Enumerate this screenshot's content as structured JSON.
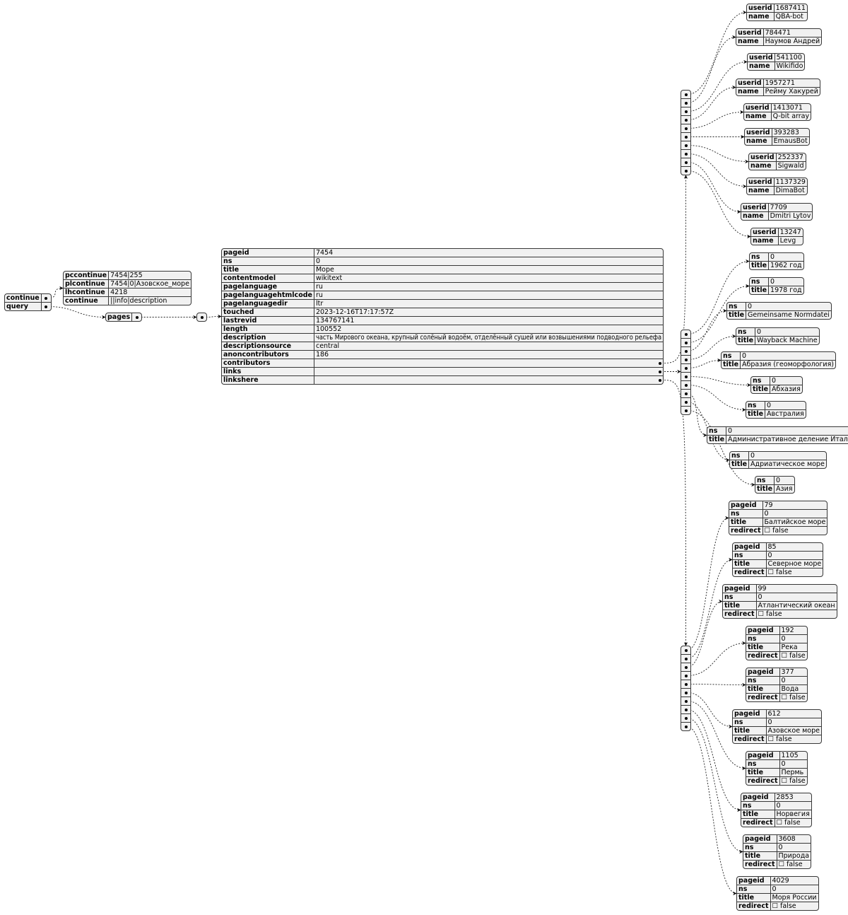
{
  "root_keys": [
    "continue",
    "query"
  ],
  "continue": [
    {
      "key": "pccontinue",
      "value": "7454|255"
    },
    {
      "key": "plcontinue",
      "value": "7454|0|Азовское_море"
    },
    {
      "key": "lhcontinue",
      "value": "4218"
    },
    {
      "key": "continue",
      "value": "||info|description"
    }
  ],
  "query_keys": [
    "pages"
  ],
  "page": [
    {
      "key": "pageid",
      "value": "7454"
    },
    {
      "key": "ns",
      "value": "0"
    },
    {
      "key": "title",
      "value": "Море"
    },
    {
      "key": "contentmodel",
      "value": "wikitext"
    },
    {
      "key": "pagelanguage",
      "value": "ru"
    },
    {
      "key": "pagelanguagehtmlcode",
      "value": "ru"
    },
    {
      "key": "pagelanguagedir",
      "value": "ltr"
    },
    {
      "key": "touched",
      "value": "2023-12-16T17:17:57Z"
    },
    {
      "key": "lastrevid",
      "value": "134767141"
    },
    {
      "key": "length",
      "value": "100552"
    },
    {
      "key": "description",
      "value": "часть Мирового океана, крупный солёный водоём, отделённый сушей или возвышениями подводного рельефа"
    },
    {
      "key": "descriptionsource",
      "value": "central"
    },
    {
      "key": "anoncontributors",
      "value": "186"
    },
    {
      "key": "contributors",
      "value": null
    },
    {
      "key": "links",
      "value": null
    },
    {
      "key": "linkshere",
      "value": null
    }
  ],
  "contributors": [
    [
      {
        "key": "userid",
        "value": "1687411"
      },
      {
        "key": "name",
        "value": "QBA-bot"
      }
    ],
    [
      {
        "key": "userid",
        "value": "784471"
      },
      {
        "key": "name",
        "value": "Наумов Андрей"
      }
    ],
    [
      {
        "key": "userid",
        "value": "541100"
      },
      {
        "key": "name",
        "value": "Wikifido"
      }
    ],
    [
      {
        "key": "userid",
        "value": "1957271"
      },
      {
        "key": "name",
        "value": "Рейму Хакурей"
      }
    ],
    [
      {
        "key": "userid",
        "value": "1413071"
      },
      {
        "key": "name",
        "value": "Q-bit array"
      }
    ],
    [
      {
        "key": "userid",
        "value": "393283"
      },
      {
        "key": "name",
        "value": "EmausBot"
      }
    ],
    [
      {
        "key": "userid",
        "value": "252337"
      },
      {
        "key": "name",
        "value": "Sigwald"
      }
    ],
    [
      {
        "key": "userid",
        "value": "1137329"
      },
      {
        "key": "name",
        "value": "DimaBot"
      }
    ],
    [
      {
        "key": "userid",
        "value": "7709"
      },
      {
        "key": "name",
        "value": "Dmitri Lytov"
      }
    ],
    [
      {
        "key": "userid",
        "value": "13247"
      },
      {
        "key": "name",
        "value": "Levg"
      }
    ]
  ],
  "links": [
    [
      {
        "key": "ns",
        "value": "0"
      },
      {
        "key": "title",
        "value": "1962 год"
      }
    ],
    [
      {
        "key": "ns",
        "value": "0"
      },
      {
        "key": "title",
        "value": "1978 год"
      }
    ],
    [
      {
        "key": "ns",
        "value": "0"
      },
      {
        "key": "title",
        "value": "Gemeinsame Normdatei"
      }
    ],
    [
      {
        "key": "ns",
        "value": "0"
      },
      {
        "key": "title",
        "value": "Wayback Machine"
      }
    ],
    [
      {
        "key": "ns",
        "value": "0"
      },
      {
        "key": "title",
        "value": "Абразия (геоморфология)"
      }
    ],
    [
      {
        "key": "ns",
        "value": "0"
      },
      {
        "key": "title",
        "value": "Абхазия"
      }
    ],
    [
      {
        "key": "ns",
        "value": "0"
      },
      {
        "key": "title",
        "value": "Австралия"
      }
    ],
    [
      {
        "key": "ns",
        "value": "0"
      },
      {
        "key": "title",
        "value": "Административное деление Италии"
      }
    ],
    [
      {
        "key": "ns",
        "value": "0"
      },
      {
        "key": "title",
        "value": "Адриатическое море"
      }
    ],
    [
      {
        "key": "ns",
        "value": "0"
      },
      {
        "key": "title",
        "value": "Азия"
      }
    ]
  ],
  "linkshere": [
    [
      {
        "key": "pageid",
        "value": "79"
      },
      {
        "key": "ns",
        "value": "0"
      },
      {
        "key": "title",
        "value": "Балтийское море"
      },
      {
        "key": "redirect",
        "value": "☐ false"
      }
    ],
    [
      {
        "key": "pageid",
        "value": "85"
      },
      {
        "key": "ns",
        "value": "0"
      },
      {
        "key": "title",
        "value": "Северное море"
      },
      {
        "key": "redirect",
        "value": "☐ false"
      }
    ],
    [
      {
        "key": "pageid",
        "value": "99"
      },
      {
        "key": "ns",
        "value": "0"
      },
      {
        "key": "title",
        "value": "Атлантический океан"
      },
      {
        "key": "redirect",
        "value": "☐ false"
      }
    ],
    [
      {
        "key": "pageid",
        "value": "192"
      },
      {
        "key": "ns",
        "value": "0"
      },
      {
        "key": "title",
        "value": "Река"
      },
      {
        "key": "redirect",
        "value": "☐ false"
      }
    ],
    [
      {
        "key": "pageid",
        "value": "377"
      },
      {
        "key": "ns",
        "value": "0"
      },
      {
        "key": "title",
        "value": "Вода"
      },
      {
        "key": "redirect",
        "value": "☐ false"
      }
    ],
    [
      {
        "key": "pageid",
        "value": "612"
      },
      {
        "key": "ns",
        "value": "0"
      },
      {
        "key": "title",
        "value": "Азовское море"
      },
      {
        "key": "redirect",
        "value": "☐ false"
      }
    ],
    [
      {
        "key": "pageid",
        "value": "1105"
      },
      {
        "key": "ns",
        "value": "0"
      },
      {
        "key": "title",
        "value": "Пермь"
      },
      {
        "key": "redirect",
        "value": "☐ false"
      }
    ],
    [
      {
        "key": "pageid",
        "value": "2853"
      },
      {
        "key": "ns",
        "value": "0"
      },
      {
        "key": "title",
        "value": "Норвегия"
      },
      {
        "key": "redirect",
        "value": "☐ false"
      }
    ],
    [
      {
        "key": "pageid",
        "value": "3608"
      },
      {
        "key": "ns",
        "value": "0"
      },
      {
        "key": "title",
        "value": "Природа"
      },
      {
        "key": "redirect",
        "value": "☐ false"
      }
    ],
    [
      {
        "key": "pageid",
        "value": "4029"
      },
      {
        "key": "ns",
        "value": "0"
      },
      {
        "key": "title",
        "value": "Моря России"
      },
      {
        "key": "redirect",
        "value": "☐ false"
      }
    ]
  ]
}
